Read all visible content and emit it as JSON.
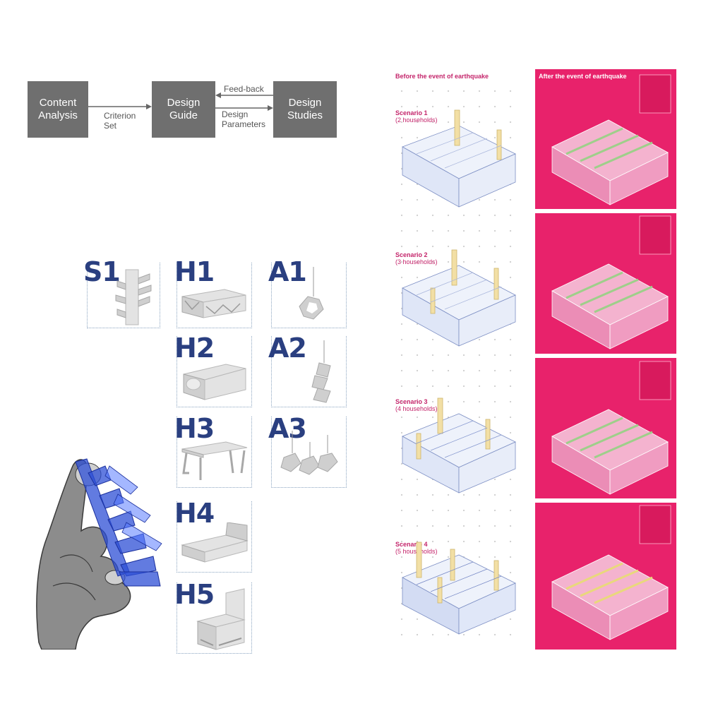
{
  "flowchart": {
    "boxes": {
      "content_analysis": "Content\nAnalysis",
      "design_guide": "Design\nGuide",
      "design_studies": "Design\nStudies"
    },
    "labels": {
      "criterion_set": "Criterion\nSet",
      "feedback": "Feed-back",
      "design_parameters": "Design\nParameters"
    }
  },
  "modules": [
    {
      "code": "S1",
      "icon": "stacked-shelf"
    },
    {
      "code": "H1",
      "icon": "truss-platform"
    },
    {
      "code": "H2",
      "icon": "sofa"
    },
    {
      "code": "H3",
      "icon": "table"
    },
    {
      "code": "H4",
      "icon": "tray"
    },
    {
      "code": "H5",
      "icon": "chair"
    },
    {
      "code": "A1",
      "icon": "pendant"
    },
    {
      "code": "A2",
      "icon": "pendant-chain"
    },
    {
      "code": "A3",
      "icon": "pendant-cluster"
    }
  ],
  "scenarios": {
    "before_header": "Before the event of earthquake",
    "after_header": "After the event of earthquake",
    "items": [
      {
        "title": "Scenario 1",
        "subtitle": "(2 households)"
      },
      {
        "title": "Scenario 2",
        "subtitle": "(3 households)"
      },
      {
        "title": "Scenario 3",
        "subtitle": "(4 households)"
      },
      {
        "title": "Scenario 4",
        "subtitle": "(5 households)"
      }
    ]
  },
  "colors": {
    "box_gray": "#6f6f6f",
    "module_blue": "#2a3f80",
    "accent_pink": "#e8226b",
    "scenario_text": "#c4256b"
  }
}
